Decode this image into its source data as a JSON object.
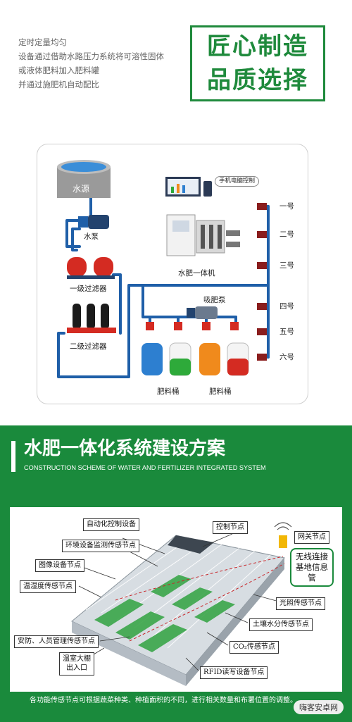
{
  "intro": {
    "lines": [
      "定时定量均匀",
      "设备通过借助水路压力系统将可溶性固体",
      "或液体肥料加入肥料罐",
      "并通过施肥机自动配比"
    ]
  },
  "slogan": {
    "line1": "匠心制造",
    "line2": "品质选择"
  },
  "system_diagram": {
    "water_source": "水源",
    "pump": "水泵",
    "filter1": "一级过滤器",
    "filter2": "二级过滤器",
    "machine": "水肥一体机",
    "control": "手机电脑控制",
    "suction_pump": "吸肥泵",
    "bucket_label_1": "肥料桶",
    "bucket_label_2": "肥料桶",
    "zones": [
      "一号",
      "二号",
      "三号",
      "四号",
      "五号",
      "六号"
    ]
  },
  "scheme": {
    "title": "水肥一体化系统建设方案",
    "subtitle": "CONSTRUCTION SCHEME OF WATER AND FERTILIZER INTEGRATED SYSTEM",
    "callouts": {
      "auto_control": "自动化控制设备",
      "env_monitor": "环境设备监测传感节点",
      "image_node": "图像设备节点",
      "temp_humidity": "温湿度传感节点",
      "security": "安防、人员管理传感节点",
      "entrance": "温室大棚出入口",
      "control_node": "控制节点",
      "gateway": "网关节点",
      "wireless": "无线连接基地信息管",
      "light": "光照传感节点",
      "soil": "土壤水分传感节点",
      "co2": "CO₂传感节点",
      "rfid": "RFID读写设备节点"
    },
    "footnote": "各功能传感节点可根据蔬菜种类、种植面积的不同，进行相关数量和布署位置的调整。"
  },
  "watermark": "嗨客安卓网",
  "colors": {
    "brand_green": "#1a8a3c",
    "pipe_blue": "#1f5fa8",
    "tank_red": "#d42b22",
    "bucket_blue": "#2d7fd0",
    "bucket_green": "#2eaa3a",
    "bucket_orange": "#f08a1c"
  }
}
